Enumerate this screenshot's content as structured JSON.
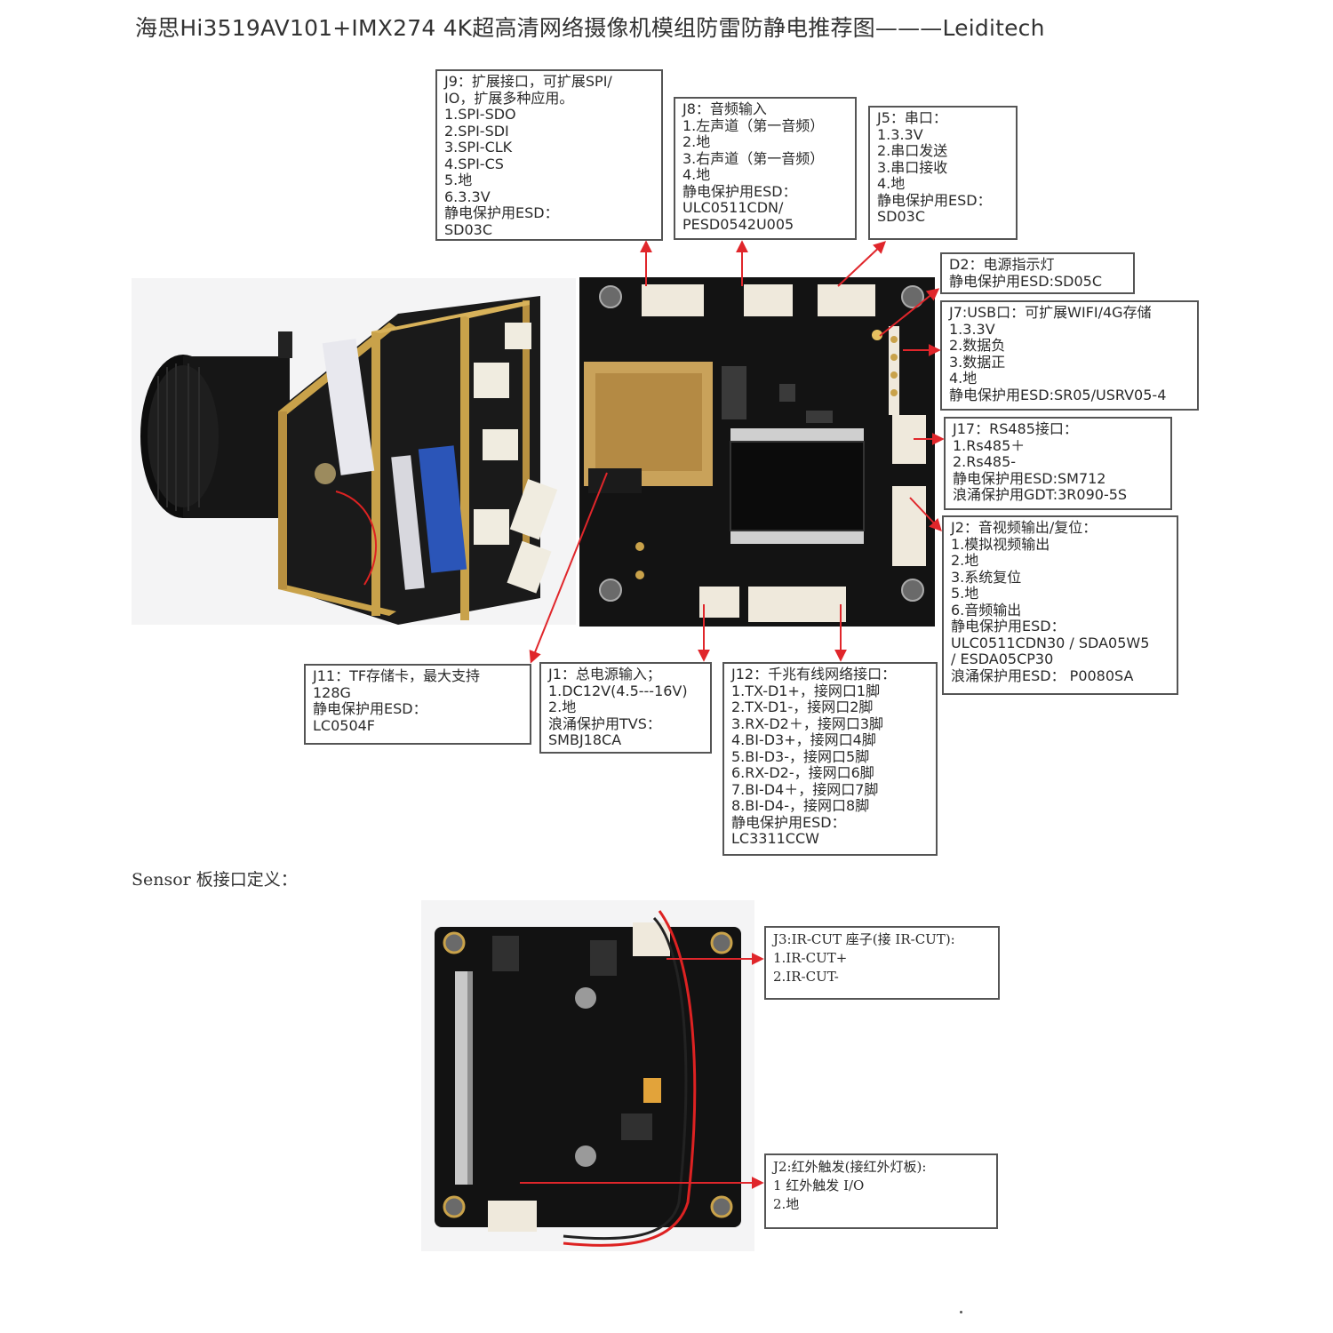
{
  "title": "海思Hi3519AV101+IMX274 4K超高清网络摄像机模组防雷防静电推荐图———Leiditech",
  "section_title": "Sensor 板接口定义：",
  "colors": {
    "arrow": "#e0262b",
    "pcb": "#141414",
    "gold": "#c9a24a",
    "box_border": "#555555"
  },
  "boxes": {
    "j9": [
      "J9：扩展接口，可扩展SPI/",
      "IO，扩展多种应用。",
      "1.SPI-SDO",
      "2.SPI-SDI",
      "3.SPI-CLK",
      "4.SPI-CS",
      "5.地",
      "6.3.3V",
      "静电保护用ESD：",
      "SD03C"
    ],
    "j8": [
      "J8：音频输入",
      "1.左声道（第一音频）",
      "2.地",
      "3.右声道（第一音频）",
      "4.地",
      "静电保护用ESD：",
      "ULC0511CDN/",
      "PESD0542U005"
    ],
    "j5": [
      "J5：串口：",
      "1.3.3V",
      "2.串口发送",
      "3.串口接收",
      "4.地",
      "静电保护用ESD：",
      "SD03C"
    ],
    "d2": [
      "D2：电源指示灯",
      "静电保护用ESD:SD05C"
    ],
    "j7": [
      "J7:USB口：可扩展WIFI/4G存储",
      "1.3.3V",
      "2.数据负",
      "3.数据正",
      "4.地",
      "静电保护用ESD:SR05/USRV05-4"
    ],
    "j17": [
      "J17：RS485接口：",
      "1.Rs485＋",
      "2.Rs485-",
      "静电保护用ESD:SM712",
      "浪涌保护用GDT:3R090-5S"
    ],
    "j2": [
      "J2：音视频输出/复位：",
      "1.模拟视频输出",
      "2.地",
      "3.系统复位",
      "5.地",
      "6.音频输出",
      "静电保护用ESD：",
      "ULC0511CDN30 / SDA05W5",
      "/ ESDA05CP30",
      "浪涌保护用ESD：  P0080SA"
    ],
    "j11": [
      "J11：TF存储卡，最大支持",
      "128G",
      "静电保护用ESD：",
      "LC0504F"
    ],
    "j1": [
      "J1：总电源输入；",
      "1.DC12V(4.5---16V)",
      "2.地",
      "浪涌保护用TVS：",
      "SMBJ18CA"
    ],
    "j12": [
      "J12：千兆有线网络接口：",
      "1.TX-D1+，接网口1脚",
      "2.TX-D1-，接网口2脚",
      "3.RX-D2＋，接网口3脚",
      "4.BI-D3+，接网口4脚",
      "5.BI-D3-，接网口5脚",
      "6.RX-D2-，接网口6脚",
      "7.BI-D4＋，接网口7脚",
      "8.BI-D4-，接网口8脚",
      "静电保护用ESD：",
      "LC3311CCW"
    ],
    "j3": [
      "J3:IR-CUT 座子(接 IR-CUT):",
      "1.IR-CUT+",
      "2.IR-CUT-"
    ],
    "j2s": [
      "J2:红外触发(接红外灯板):",
      "1 红外触发 I/O",
      "2.地"
    ]
  }
}
